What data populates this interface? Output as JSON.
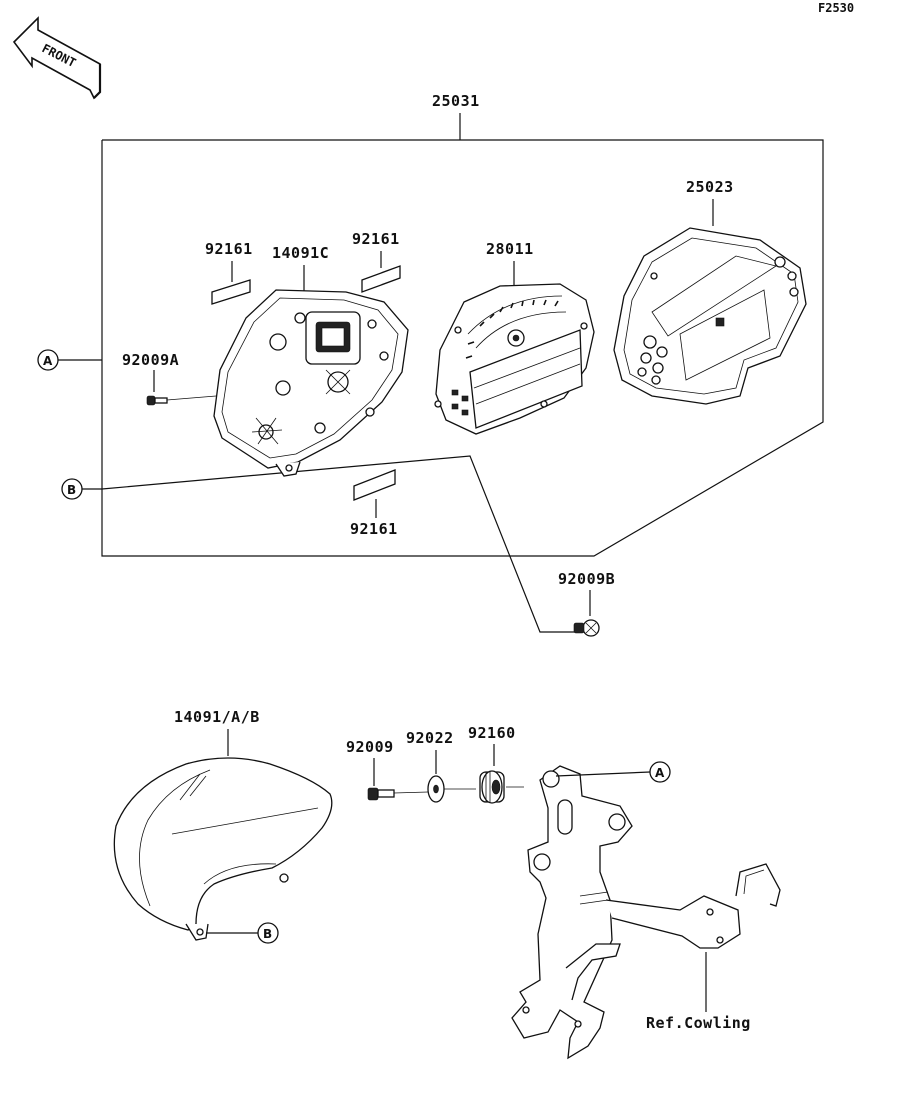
{
  "diagram_code": "F2530",
  "front_label": "FRONT",
  "parts": {
    "meter_assy": "25031",
    "meter_lens": "25023",
    "speedo_panel": "28011",
    "case_upper": "14091C",
    "seal_top_left": "92161",
    "seal_top_right": "92161",
    "seal_bottom": "92161",
    "screw_a": "92009A",
    "screw_b": "92009B",
    "cover": "14091/A/B",
    "screw": "92009",
    "washer": "92022",
    "damper": "92160"
  },
  "callouts": {
    "a_left": "A",
    "b_left": "B",
    "a_bracket": "A",
    "b_cover": "B"
  },
  "reference": "Ref.Cowling"
}
